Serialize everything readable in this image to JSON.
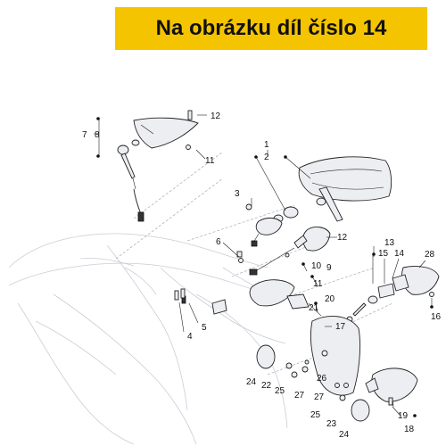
{
  "banner": {
    "text": "Na obrázku díl číslo 14",
    "color": "#f5c400"
  },
  "callouts": [
    "1",
    "2",
    "3",
    "4",
    "5",
    "6",
    "7",
    "8",
    "9",
    "10",
    "11",
    "11",
    "12",
    "12",
    "13",
    "14",
    "15",
    "16",
    "17",
    "18",
    "19",
    "20",
    "21",
    "22",
    "23",
    "24",
    "24",
    "25",
    "25",
    "26",
    "27",
    "27",
    "28"
  ]
}
